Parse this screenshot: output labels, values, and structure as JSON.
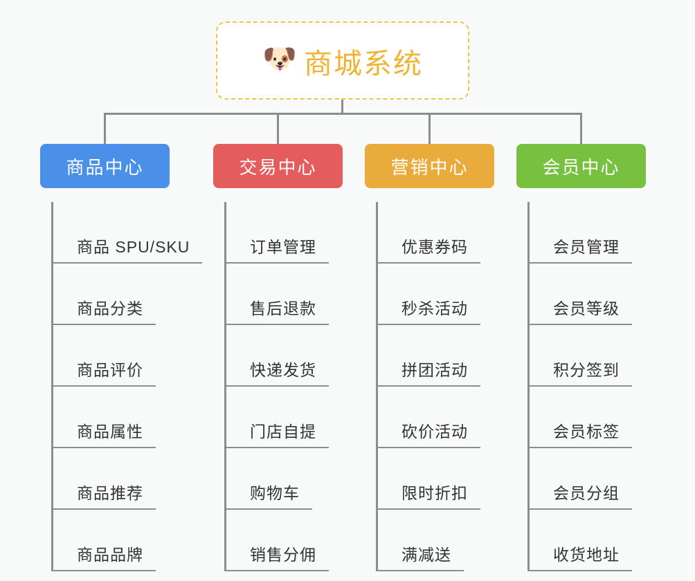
{
  "diagram": {
    "type": "mind-map-tree",
    "background_color": "#f8f9f9",
    "connector_color": "#8c8c8c",
    "root": {
      "title": "商城系统",
      "icon": "shiba-dog-face-icon",
      "icon_glyph": "🐶",
      "text_color": "#f0b433",
      "border_color": "#f3c24b",
      "background_color": "#ffffff"
    },
    "branches": [
      {
        "title": "商品中心",
        "color": "#4a90e8",
        "items": [
          "商品 SPU/SKU",
          "商品分类",
          "商品评价",
          "商品属性",
          "商品推荐",
          "商品品牌"
        ]
      },
      {
        "title": "交易中心",
        "color": "#e55c5c",
        "items": [
          "订单管理",
          "售后退款",
          "快递发货",
          "门店自提",
          "购物车",
          "销售分佣"
        ]
      },
      {
        "title": "营销中心",
        "color": "#e9ab3c",
        "items": [
          "优惠券码",
          "秒杀活动",
          "拼团活动",
          "砍价活动",
          "限时折扣",
          "满减送"
        ]
      },
      {
        "title": "会员中心",
        "color": "#78c03f",
        "items": [
          "会员管理",
          "会员等级",
          "积分签到",
          "会员标签",
          "会员分组",
          "收货地址"
        ]
      }
    ]
  }
}
